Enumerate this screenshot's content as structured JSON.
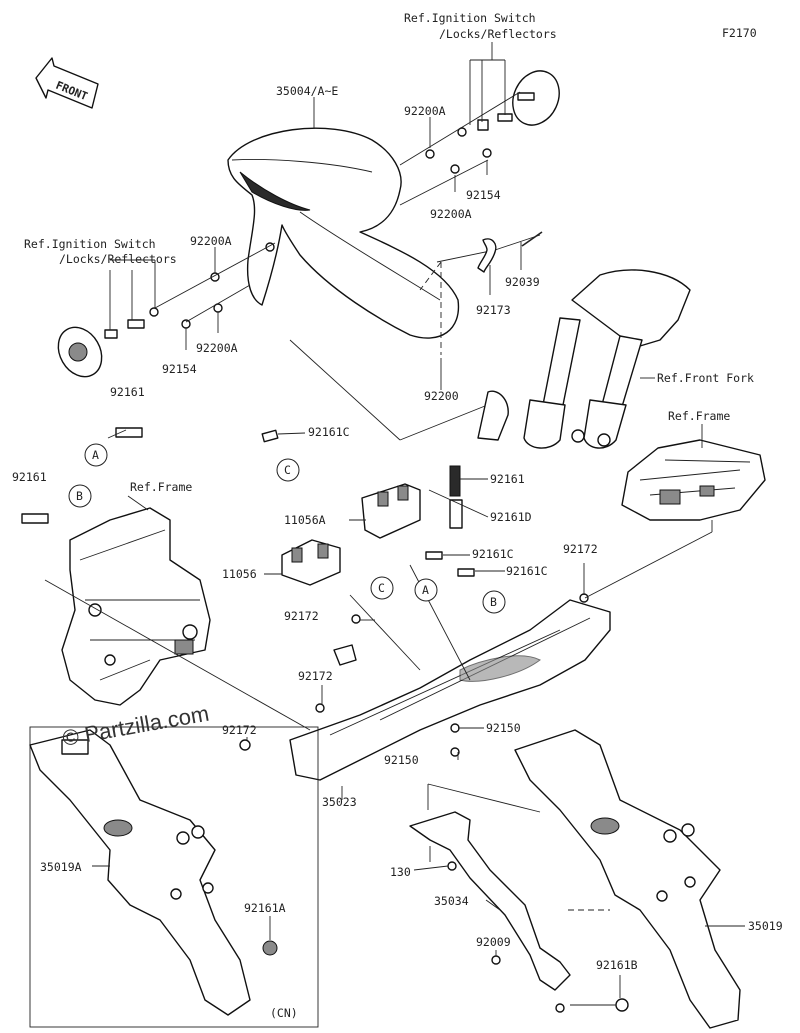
{
  "diagram": {
    "code": "F2170",
    "front_label": "FRONT",
    "watermark": "© Partzilla.com",
    "region_tag": "(CN)",
    "labels": {
      "ref_ign_1": "Ref.Ignition Switch",
      "ref_ign_1b": "/Locks/Reflectors",
      "ref_ign_2": "Ref.Ignition Switch",
      "ref_ign_2b": "/Locks/Reflectors",
      "ref_front_fork": "Ref.Front Fork",
      "ref_frame_1": "Ref.Frame",
      "ref_frame_2": "Ref.Frame",
      "p35004": "35004/A~E",
      "p92200A_1": "92200A",
      "p92200A_2": "92200A",
      "p92200A_3": "92200A",
      "p92200A_4": "92200A",
      "p92154_1": "92154",
      "p92154_2": "92154",
      "p92039": "92039",
      "p92173": "92173",
      "p92200": "92200",
      "p92161_1": "92161",
      "p92161_2": "92161",
      "p92161_3": "92161",
      "p92161C_1": "92161C",
      "p92161C_2": "92161C",
      "p92161C_3": "92161C",
      "p92161D": "92161D",
      "p11056A": "11056A",
      "p11056": "11056",
      "p92172_1": "92172",
      "p92172_2": "92172",
      "p92172_3": "92172",
      "p92172_4": "92172",
      "p92150_1": "92150",
      "p92150_2": "92150",
      "p35023": "35023",
      "p35019A": "35019A",
      "p92161A": "92161A",
      "p130": "130",
      "p35034": "35034",
      "p92009": "92009",
      "p92161B": "92161B",
      "p35019": "35019"
    },
    "callouts": {
      "a1": "A",
      "a2": "A",
      "b1": "B",
      "b2": "B",
      "c1": "C",
      "c2": "C"
    }
  }
}
